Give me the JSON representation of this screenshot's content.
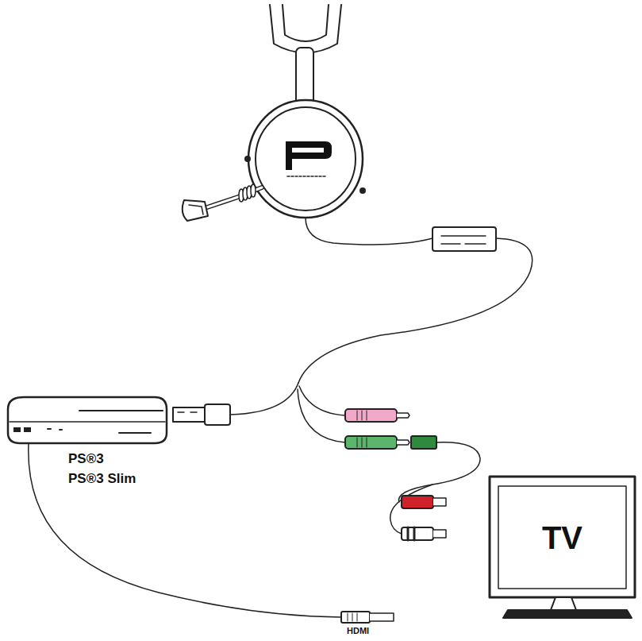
{
  "diagram": {
    "nodes": [
      {
        "text": [
          "PS®3",
          "PS®3 Slim"
        ]
      },
      {
        "text": [
          "TV"
        ]
      }
    ],
    "labels": [
      "HDMI"
    ]
  }
}
